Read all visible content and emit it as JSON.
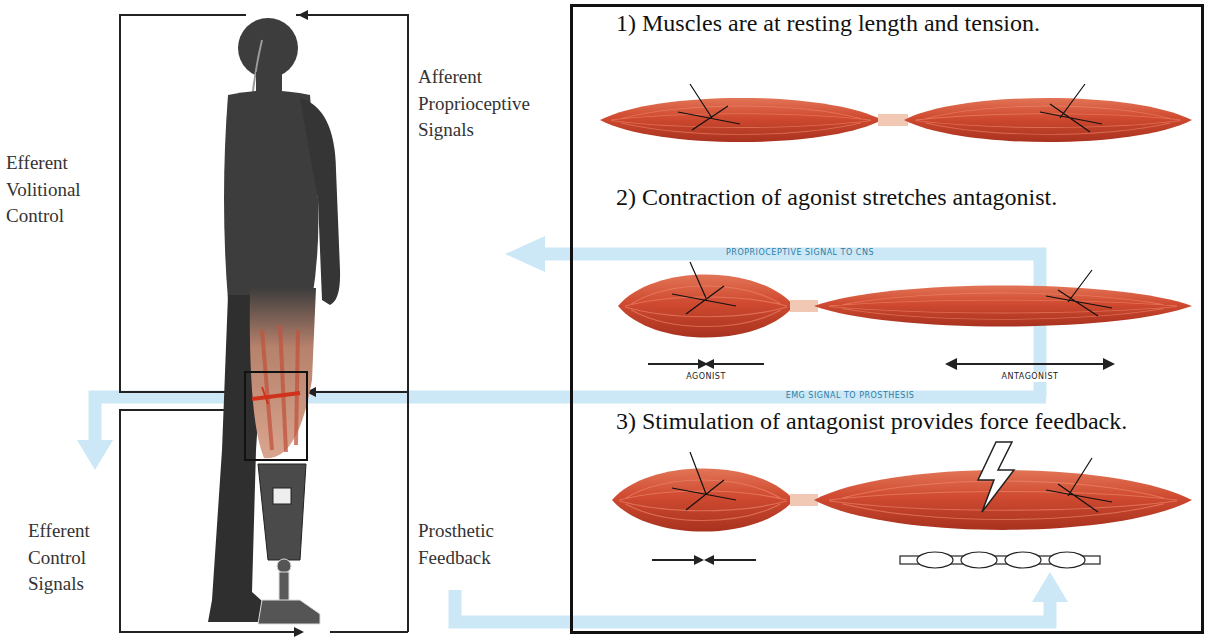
{
  "diagram": {
    "nodes": [
      {
        "text": [
          "1) Muscles are at resting length and tension.",
          "2) Contraction of agonist stretches antagonist.",
          "PROPRIOCEPTIVE SIGNAL TO CNS",
          "AGONIST",
          "ANTAGONIST",
          "EMG SIGNAL TO PROSTHESIS",
          "3) Stimulation of antagonist provides force feedback."
        ]
      }
    ],
    "labels": [
      "Efferent Volitional Control",
      "Afferent Proprioceptive Signals",
      "Efferent Control Signals",
      "Prosthetic Feedback"
    ]
  }
}
